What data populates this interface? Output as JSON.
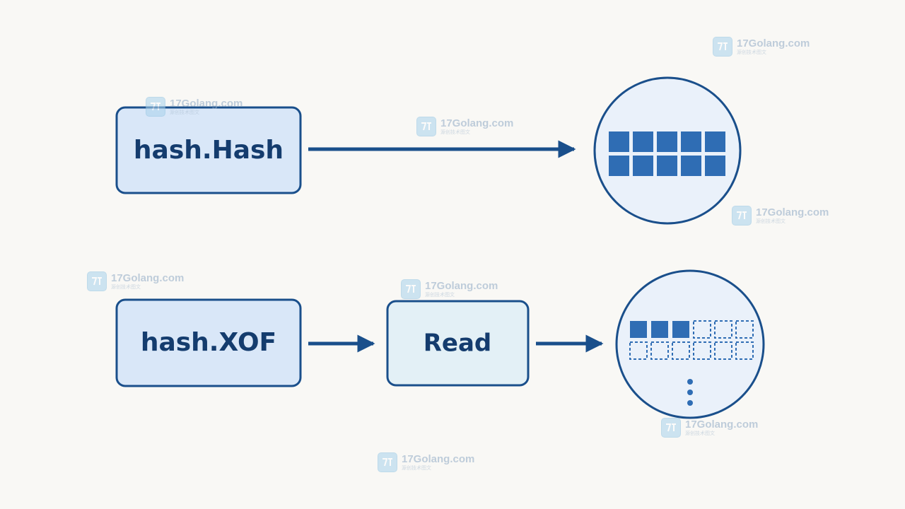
{
  "diagram": {
    "hash_box": {
      "label": "hash.Hash"
    },
    "xof_box": {
      "label": "hash.XOF"
    },
    "read_box": {
      "label": "Read"
    },
    "hash_output": {
      "rows": 2,
      "cols": 5,
      "filled_per_row": [
        5,
        5
      ]
    },
    "xof_output": {
      "rows": 2,
      "cols": 6,
      "filled_per_row": [
        3,
        0
      ],
      "continuation": "vertical-ellipsis"
    }
  },
  "watermark": {
    "text": "17Golang.com",
    "subtext": "源创技术图文",
    "icon": "watermark-logo-icon"
  },
  "colors": {
    "background": "#f9f8f5",
    "accent": "#1a4f8b",
    "box_fill": "#d9e7f8",
    "read_box_fill": "#e3f0f6",
    "block_fill": "#2f6db4",
    "circle_fill": "#eaf1fa"
  }
}
